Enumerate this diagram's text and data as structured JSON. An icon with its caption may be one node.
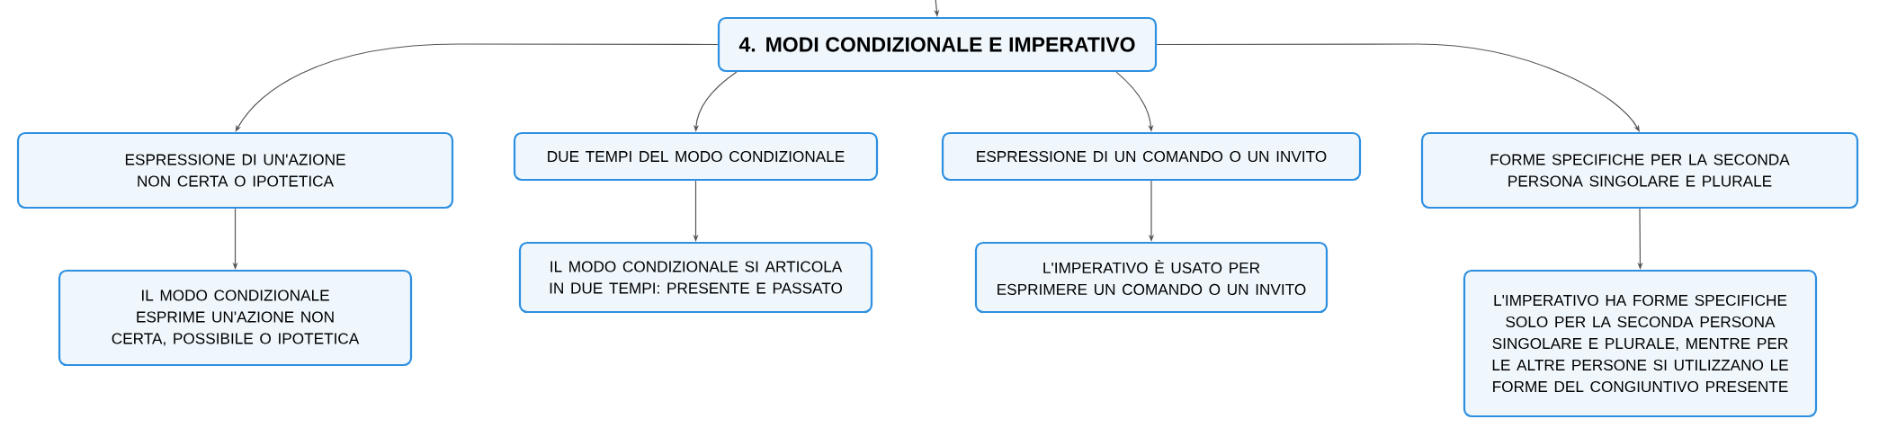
{
  "diagram": {
    "nodes": [
      {
        "text": [
          "4. MODI CONDIZIONALE E IMPERATIVO"
        ]
      },
      {
        "text": [
          "ESPRESSIONE DI UN'AZIONE NON CERTA O IPOTETICA"
        ]
      },
      {
        "text": [
          "DUE TEMPI DEL MODO CONDIZIONALE"
        ]
      },
      {
        "text": [
          "ESPRESSIONE DI UN COMANDO O UN INVITO"
        ]
      },
      {
        "text": [
          "FORME SPECIFICHE PER LA SECONDA PERSONA SINGOLARE E PLURALE"
        ]
      },
      {
        "text": [
          "IL MODO CONDIZIONALE ESPRIME UN'AZIONE NON CERTA, POSSIBILE O IPOTETICA"
        ]
      },
      {
        "text": [
          "IL MODO CONDIZIONALE SI ARTICOLA IN DUE TEMPI: PRESENTE E PASSATO"
        ]
      },
      {
        "text": [
          "L'IMPERATIVO È USATO PER ESPRIMERE UN COMANDO O UN INVITO"
        ]
      },
      {
        "text": [
          "L'IMPERATIVO HA FORME SPECIFICHE SOLO PER LA SECONDA PERSONA SINGOLARE E PLURALE, MENTRE PER LE ALTRE PERSONE SI UTILIZZANO LE FORME DEL CONGIUNTIVO PRESENTE"
        ]
      }
    ],
    "edges": [
      {
        "from": null,
        "to": 0,
        "arrow": "to"
      },
      {
        "from": 0,
        "to": 1,
        "arrow": "to"
      },
      {
        "from": 0,
        "to": 2,
        "arrow": "to"
      },
      {
        "from": 0,
        "to": 3,
        "arrow": "to"
      },
      {
        "from": 0,
        "to": 4,
        "arrow": "to"
      },
      {
        "from": 1,
        "to": 5,
        "arrow": "to"
      },
      {
        "from": 2,
        "to": 6,
        "arrow": "to"
      },
      {
        "from": 3,
        "to": 7,
        "arrow": "to"
      },
      {
        "from": 4,
        "to": 8,
        "arrow": "to"
      }
    ]
  }
}
